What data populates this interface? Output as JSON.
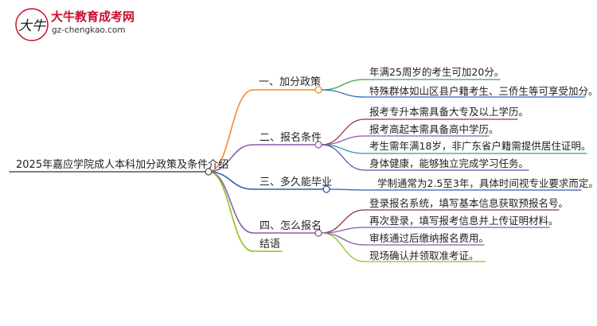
{
  "logo": {
    "title": "大牛教育成考网",
    "url": "gz-chengkao.com",
    "mark_text": "大牛"
  },
  "root": {
    "label": "2025年嘉应学院成人本科加分政策及条件介绍"
  },
  "branches": [
    {
      "label": "一、加分政策",
      "color": "#f28a2c",
      "children": [
        "年满25周岁的考生可加20分。",
        "特殊群体如山区县户籍考生、三侨生等可享受加分。"
      ]
    },
    {
      "label": "二、报名条件",
      "color": "#8b5ca8",
      "children": [
        "报考专升本需具备大专及以上学历。",
        "报考高起本需具备高中学历。",
        "考生需年满18岁，非广东省户籍需提供居住证明。",
        "身体健康，能够独立完成学习任务。"
      ]
    },
    {
      "label": "三、多久能毕业",
      "color": "#2b5fa8",
      "children": [
        "学制通常为2.5至3年，具体时间视专业要求而定。"
      ]
    },
    {
      "label": "四、怎么报名",
      "color": "#8b5ca8",
      "children": [
        "登录报名系统，填写基本信息获取预报名号。",
        "再次登录，填写报考信息并上传证明材料。",
        "审核通过后缴纳报名费用。",
        "现场确认并领取准考证。"
      ]
    },
    {
      "label": "结语",
      "color": "#8fc31f",
      "children": []
    }
  ],
  "child_colors": {
    "branch_1": [
      "#3aa845",
      "#2b6cc4"
    ],
    "branch_2": [
      "#8b3a3a",
      "#8b5ca8",
      "#2a9aa8",
      "#6a4ca8"
    ],
    "branch_3": [
      "#2b5fa8"
    ],
    "branch_4": [
      "#8b3a3a",
      "#8b5ca8",
      "#8b5ca8",
      "#8fc31f"
    ]
  }
}
